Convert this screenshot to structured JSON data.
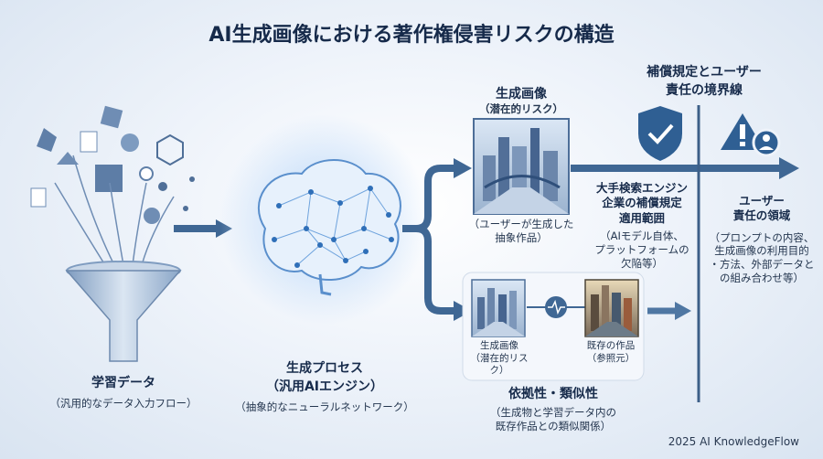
{
  "title": "AI生成画像における著作権侵害リスクの構造",
  "learning": {
    "label": "学習データ",
    "sub": "（汎用的なデータ入力フロー）"
  },
  "process": {
    "label_line1": "生成プロセス",
    "label_line2": "（汎用AIエンジン）",
    "sub": "（抽象的なニューラルネットワーク）"
  },
  "generated": {
    "label_line1": "生成画像",
    "label_line2": "（潜在的リスク）",
    "caption_line1": "（ユーザーが生成した",
    "caption_line2": "抽象作品）"
  },
  "boundary": {
    "title_line1": "補償規定とユーザー",
    "title_line2": "責任の境界線"
  },
  "vendor": {
    "title_line1": "大手検索エンジン",
    "title_line2": "企業の補償規定",
    "title_line3": "適用範囲",
    "detail_line1": "（AIモデル自体、",
    "detail_line2": "プラットフォームの",
    "detail_line3": "欠陥等）"
  },
  "user": {
    "title_line1": "ユーザー",
    "title_line2": "責任の領域",
    "detail_line1": "（プロンプトの内容、",
    "detail_line2": "生成画像の利用目的",
    "detail_line3": "・方法、外部データと",
    "detail_line4": "の組み合わせ等）"
  },
  "compare": {
    "left_line1": "生成画像",
    "left_line2": "（潜在的リスク）",
    "right_line1": "既存の作品",
    "right_line2": "（参照元）",
    "label": "依拠性・類似性",
    "sub_line1": "（生成物と学習データ内の",
    "sub_line2": "既存作品との類似関係）"
  },
  "footer": "2025 AI KnowledgeFlow",
  "colors": {
    "arrow": "#3f6794",
    "funnel": "#9fb8d4",
    "brain_glow": "#7fb4ea",
    "shield": "#2f5f93",
    "boundary_line": "#3c5f88"
  }
}
